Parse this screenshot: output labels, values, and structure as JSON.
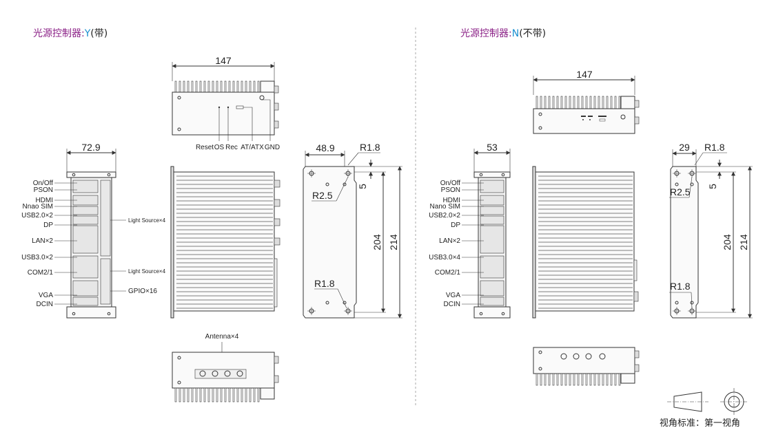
{
  "left": {
    "header": {
      "prefix": "光源控制器:",
      "code": "Y",
      "suffix": "(带)"
    },
    "top_view": {
      "width": "147",
      "labels": [
        "Reset",
        "OS",
        "Rec",
        "AT/ATX",
        "GND"
      ]
    },
    "front_view": {
      "width": "72.9",
      "port_labels": [
        "On/Off",
        "PSON",
        "HDMI",
        "Nnao SIM",
        "USB2.0×2",
        "DP",
        "LAN×2",
        "USB3.0×2",
        "COM2/1",
        "VGA",
        "DCIN"
      ],
      "right_labels": [
        "Light Source×4",
        "Light Source×4",
        "GPIO×16"
      ]
    },
    "side_view": {
      "width": "48.9",
      "r_top": "R1.8",
      "r_inner": "R2.5",
      "r_bottom": "R1.8",
      "dim_5": "5",
      "dim_204": "204",
      "dim_214": "214"
    },
    "bottom_view": {
      "label": "Antenna×4"
    }
  },
  "right": {
    "header": {
      "prefix": "光源控制器:",
      "code": "N",
      "suffix": "(不带)"
    },
    "top_view": {
      "width": "147"
    },
    "front_view": {
      "width": "53",
      "port_labels": [
        "On/Off",
        "PSON",
        "HDMI",
        "Nano SIM",
        "USB2.0×2",
        "DP",
        "LAN×2",
        "USB3.0×4",
        "COM2/1",
        "VGA",
        "DCIN"
      ]
    },
    "side_view": {
      "width": "29",
      "r_top": "R1.8",
      "r_inner": "R2.5",
      "r_bottom": "R1.8",
      "dim_5": "5",
      "dim_204": "204",
      "dim_214": "214"
    }
  },
  "projection_note": "视角标准：第一视角",
  "colors": {
    "accent_purple": "#8a1f86",
    "accent_blue": "#1a8fd0",
    "line": "#333333"
  }
}
